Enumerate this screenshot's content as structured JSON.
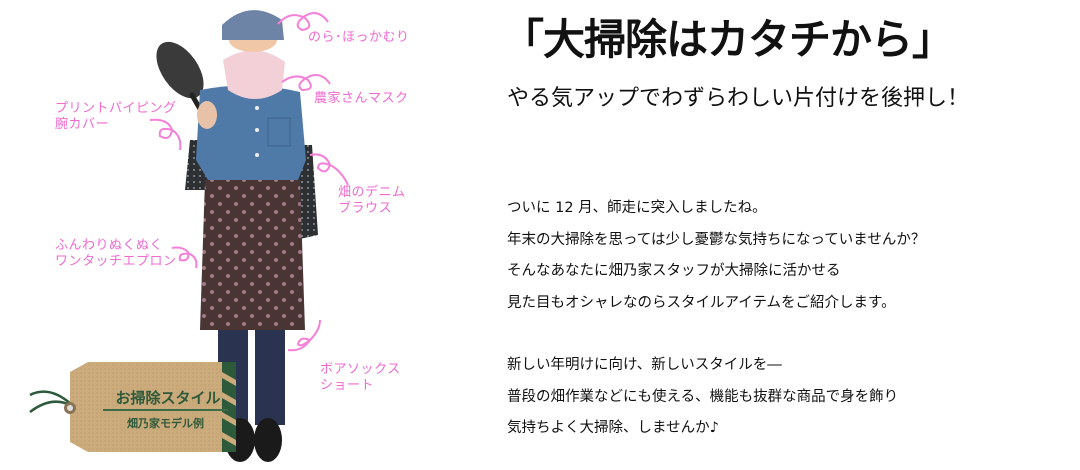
{
  "heading": "「大掃除はカタチから」",
  "subheading": "やる気アップでわずらわしい片付けを後押し！",
  "body": {
    "paragraph1": [
      "ついに 12 月、師走に突入しましたね。",
      "年末の大掃除を思っては少し憂鬱な気持ちになっていませんか？",
      "そんなあなたに畑乃家スタッフが大掃除に活かせる",
      "見た目もオシャレなのらスタイルアイテムをご紹介します。"
    ],
    "paragraph2": [
      "新しい年明けに向け、新しいスタイルを―",
      "普段の畑作業などにも使える、機能も抜群な商品で身を飾り",
      "気持ちよく大掃除、しませんか♪"
    ]
  },
  "figure": {
    "labels": {
      "hokkamuri": "のら･ほっかむり",
      "mask": "農家さんマスク",
      "arm_cover": [
        "プリントパイピング",
        "腕カバー"
      ],
      "blouse": [
        "畑のデニム",
        "ブラウス"
      ],
      "apron": [
        "ふんわりぬくぬく",
        "ワンタッチエプロン"
      ],
      "socks": [
        "ボアソックス",
        "ショート"
      ]
    },
    "tag": {
      "title": "お掃除スタイル",
      "subtitle": "畑乃家モデル例"
    }
  },
  "colors": {
    "label_pink": "#f06ad0",
    "tag_kraft": "#c9a97a",
    "tag_green": "#2f5a3a",
    "text": "#111111"
  }
}
